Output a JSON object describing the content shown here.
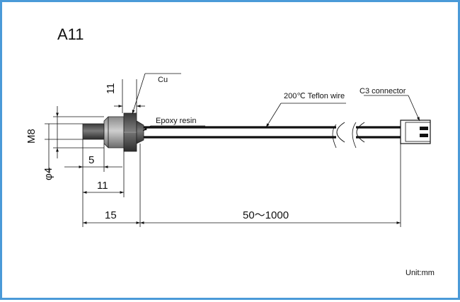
{
  "drawing": {
    "title": "A11",
    "unit": "Unit:mm",
    "callouts": {
      "cap": "Cu",
      "resin": "Epoxy resin",
      "wire": "200℃ Teflon wire",
      "connector": "C3 connector"
    },
    "dimensions": {
      "cap_length": "11",
      "thread": "M8",
      "probe_diameter": "φ4",
      "probe_tip": "5",
      "probe_length": "11",
      "sensor_length": "15",
      "lead_length": "50～1000"
    }
  }
}
